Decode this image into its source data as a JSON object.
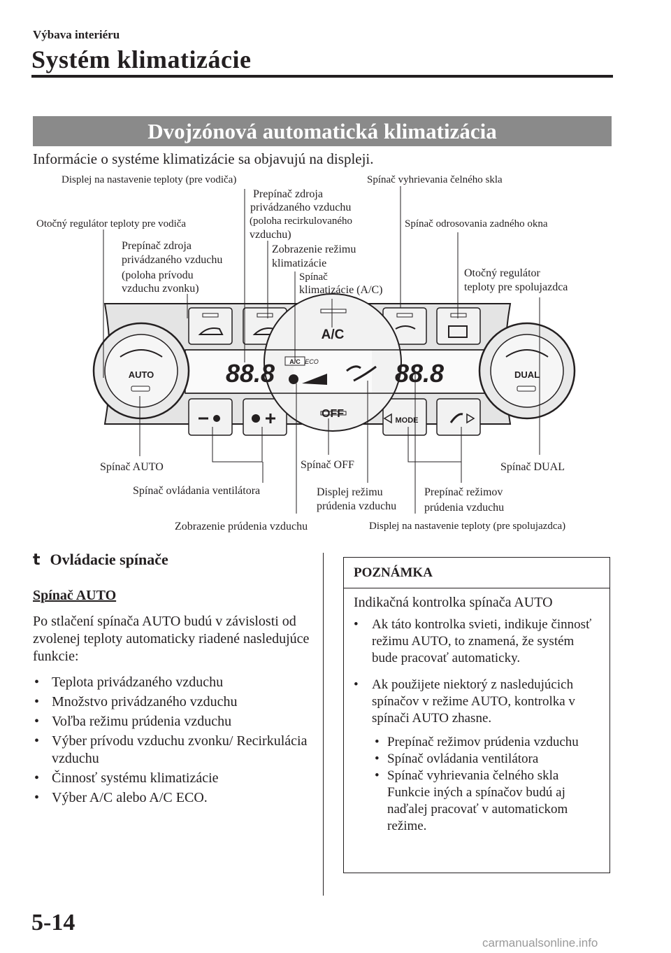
{
  "header": {
    "breadcrumb": "Výbava interiéru",
    "title": "Systém klimatizácie"
  },
  "banner": "Dvojzónová automatická klimatizácia",
  "intro": "Informácie o systéme klimatizácie sa objavujú na displeji.",
  "diagram": {
    "panel_text": {
      "auto": "AUTO",
      "dual": "DUAL",
      "ac": "A/C",
      "off": "OFF",
      "mode": "MODE",
      "ac_badge": "A/C",
      "eco": "ECO",
      "temp_left": "88.8",
      "temp_right": "88.8"
    },
    "labels": {
      "driver_temp_display": "Displej na nastavenie teploty (pre vodiča)",
      "windshield_defrost": "Spínač vyhrievania čelného skla",
      "recirc_1": "Prepínač zdroja",
      "recirc_2": "privádzaného vzduchu",
      "recirc_3": "(poloha recirkulovaného",
      "recirc_4": "vzduchu)",
      "driver_dial": "Otočný regulátor teploty pre vodiča",
      "rear_defog": "Spínač odrosovania zadného okna",
      "fresh_1": "Prepínač zdroja",
      "fresh_2": "privádzaného vzduchu",
      "fresh_3": "(poloha prívodu",
      "fresh_4": "vzduchu zvonku)",
      "ac_mode_1": "Zobrazenie režimu",
      "ac_mode_2": "klimatizácie",
      "pass_dial_1": "Otočný regulátor",
      "pass_dial_2": "teploty pre spolujazdca",
      "ac_switch_1": "Spínač",
      "ac_switch_2": "klimatizácie (A/C)",
      "auto_switch": "Spínač AUTO",
      "off_switch": "Spínač OFF",
      "dual_switch": "Spínač DUAL",
      "fan_switch": "Spínač ovládania ventilátora",
      "mode_display_1": "Displej režimu",
      "mode_display_2": "prúdenia vzduchu",
      "mode_selector_1": "Prepínač režimov",
      "mode_selector_2": "prúdenia vzduchu",
      "airflow_display": "Zobrazenie prúdenia vzduchu",
      "pass_temp_display": "Displej na nastavenie teploty (pre spolujazdca)"
    }
  },
  "section": {
    "marker": "t",
    "title": "Ovládacie spínače",
    "subtitle": "Spínač AUTO",
    "paragraph": "Po stlačení spínača AUTO budú v závislosti od zvolenej teploty automaticky riadené nasledujúce funkcie:",
    "bullet": "•",
    "items": [
      "Teplota privádzaného vzduchu",
      "Množstvo privádzaného vzduchu",
      "Voľba režimu prúdenia vzduchu",
      "Výber prívodu vzduchu zvonku/ Recirkulácia vzduchu",
      "Činnosť systému klimatizácie",
      "Výber A/C alebo A/C ECO."
    ]
  },
  "note": {
    "title": "POZNÁMKA",
    "intro": "Indikačná kontrolka spínača AUTO",
    "bullet": "•",
    "items": [
      "Ak táto kontrolka svieti, indikuje činnosť režimu AUTO, to znamená, že systém bude pracovať automaticky.",
      "Ak použijete niektorý z nasledujúcich spínačov v režime AUTO, kontrolka v spínači AUTO zhasne."
    ],
    "sub_items": [
      "Prepínač režimov prúdenia vzduchu",
      "Spínač ovládania ventilátora",
      "Spínač vyhrievania čelného skla Funkcie iných a spínačov budú aj naďalej pracovať v automatickom režime."
    ]
  },
  "page_number": "5-14",
  "watermark": "carmanualsonline.info"
}
